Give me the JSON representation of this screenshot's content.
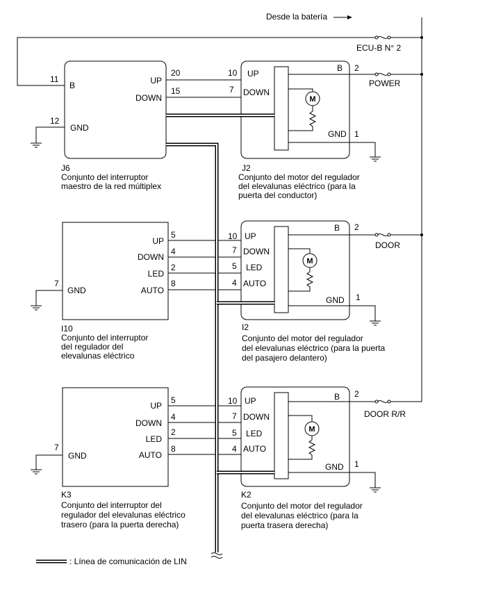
{
  "battery_label": "Desde la batería",
  "fuses": {
    "ecub": "ECU-B N° 2",
    "power": "POWER",
    "door": "DOOR",
    "door_rr": "DOOR R/R"
  },
  "j6": {
    "code": "J6",
    "desc": [
      "Conjunto del interruptor",
      "maestro de la red múltiplex"
    ],
    "pins": {
      "B": "B",
      "GND": "GND",
      "UP": "UP",
      "DOWN": "DOWN"
    },
    "pin_nums": {
      "B": "11",
      "GND": "12",
      "UP": "20",
      "DOWN": "15"
    }
  },
  "j2": {
    "code": "J2",
    "desc": [
      "Conjunto del motor del regulador",
      "del elevalunas eléctrico (para la",
      "puerta del conductor)"
    ],
    "pins": {
      "UP": "UP",
      "DOWN": "DOWN",
      "B": "B",
      "GND": "GND"
    },
    "pin_nums": {
      "UP": "10",
      "DOWN": "7",
      "B": "2",
      "GND": "1"
    }
  },
  "i10": {
    "code": "I10",
    "desc": [
      "Conjunto del interruptor",
      "del regulador del",
      "elevalunas eléctrico"
    ],
    "pins": {
      "UP": "UP",
      "DOWN": "DOWN",
      "LED": "LED",
      "AUTO": "AUTO",
      "GND": "GND"
    },
    "pin_nums": {
      "UP": "5",
      "DOWN": "4",
      "LED": "2",
      "AUTO": "8",
      "GND": "7"
    }
  },
  "i2": {
    "code": "I2",
    "desc": [
      "Conjunto del motor del regulador",
      "del elevalunas eléctrico (para la puerta",
      "del pasajero delantero)"
    ],
    "pins": {
      "UP": "UP",
      "DOWN": "DOWN",
      "LED": "LED",
      "AUTO": "AUTO",
      "B": "B",
      "GND": "GND"
    },
    "pin_nums": {
      "UP": "10",
      "DOWN": "7",
      "LED": "5",
      "AUTO": "4",
      "B": "2",
      "GND": "1"
    }
  },
  "k3": {
    "code": "K3",
    "desc": [
      "Conjunto del interruptor del",
      "regulador del elevalunas eléctrico",
      "trasero (para la puerta derecha)"
    ],
    "pins": {
      "UP": "UP",
      "DOWN": "DOWN",
      "LED": "LED",
      "AUTO": "AUTO",
      "GND": "GND"
    },
    "pin_nums": {
      "UP": "5",
      "DOWN": "4",
      "LED": "2",
      "AUTO": "8",
      "GND": "7"
    }
  },
  "k2": {
    "code": "K2",
    "desc": [
      "Conjunto del motor del regulador",
      "del elevalunas eléctrico (para la",
      "puerta trasera derecha)"
    ],
    "pins": {
      "UP": "UP",
      "DOWN": "DOWN",
      "LED": "LED",
      "AUTO": "AUTO",
      "B": "B",
      "GND": "GND"
    },
    "pin_nums": {
      "UP": "10",
      "DOWN": "7",
      "LED": "5",
      "AUTO": "4",
      "B": "2",
      "GND": "1"
    }
  },
  "motor_symbol": "M",
  "legend": ": Línea de comunicación de LIN"
}
